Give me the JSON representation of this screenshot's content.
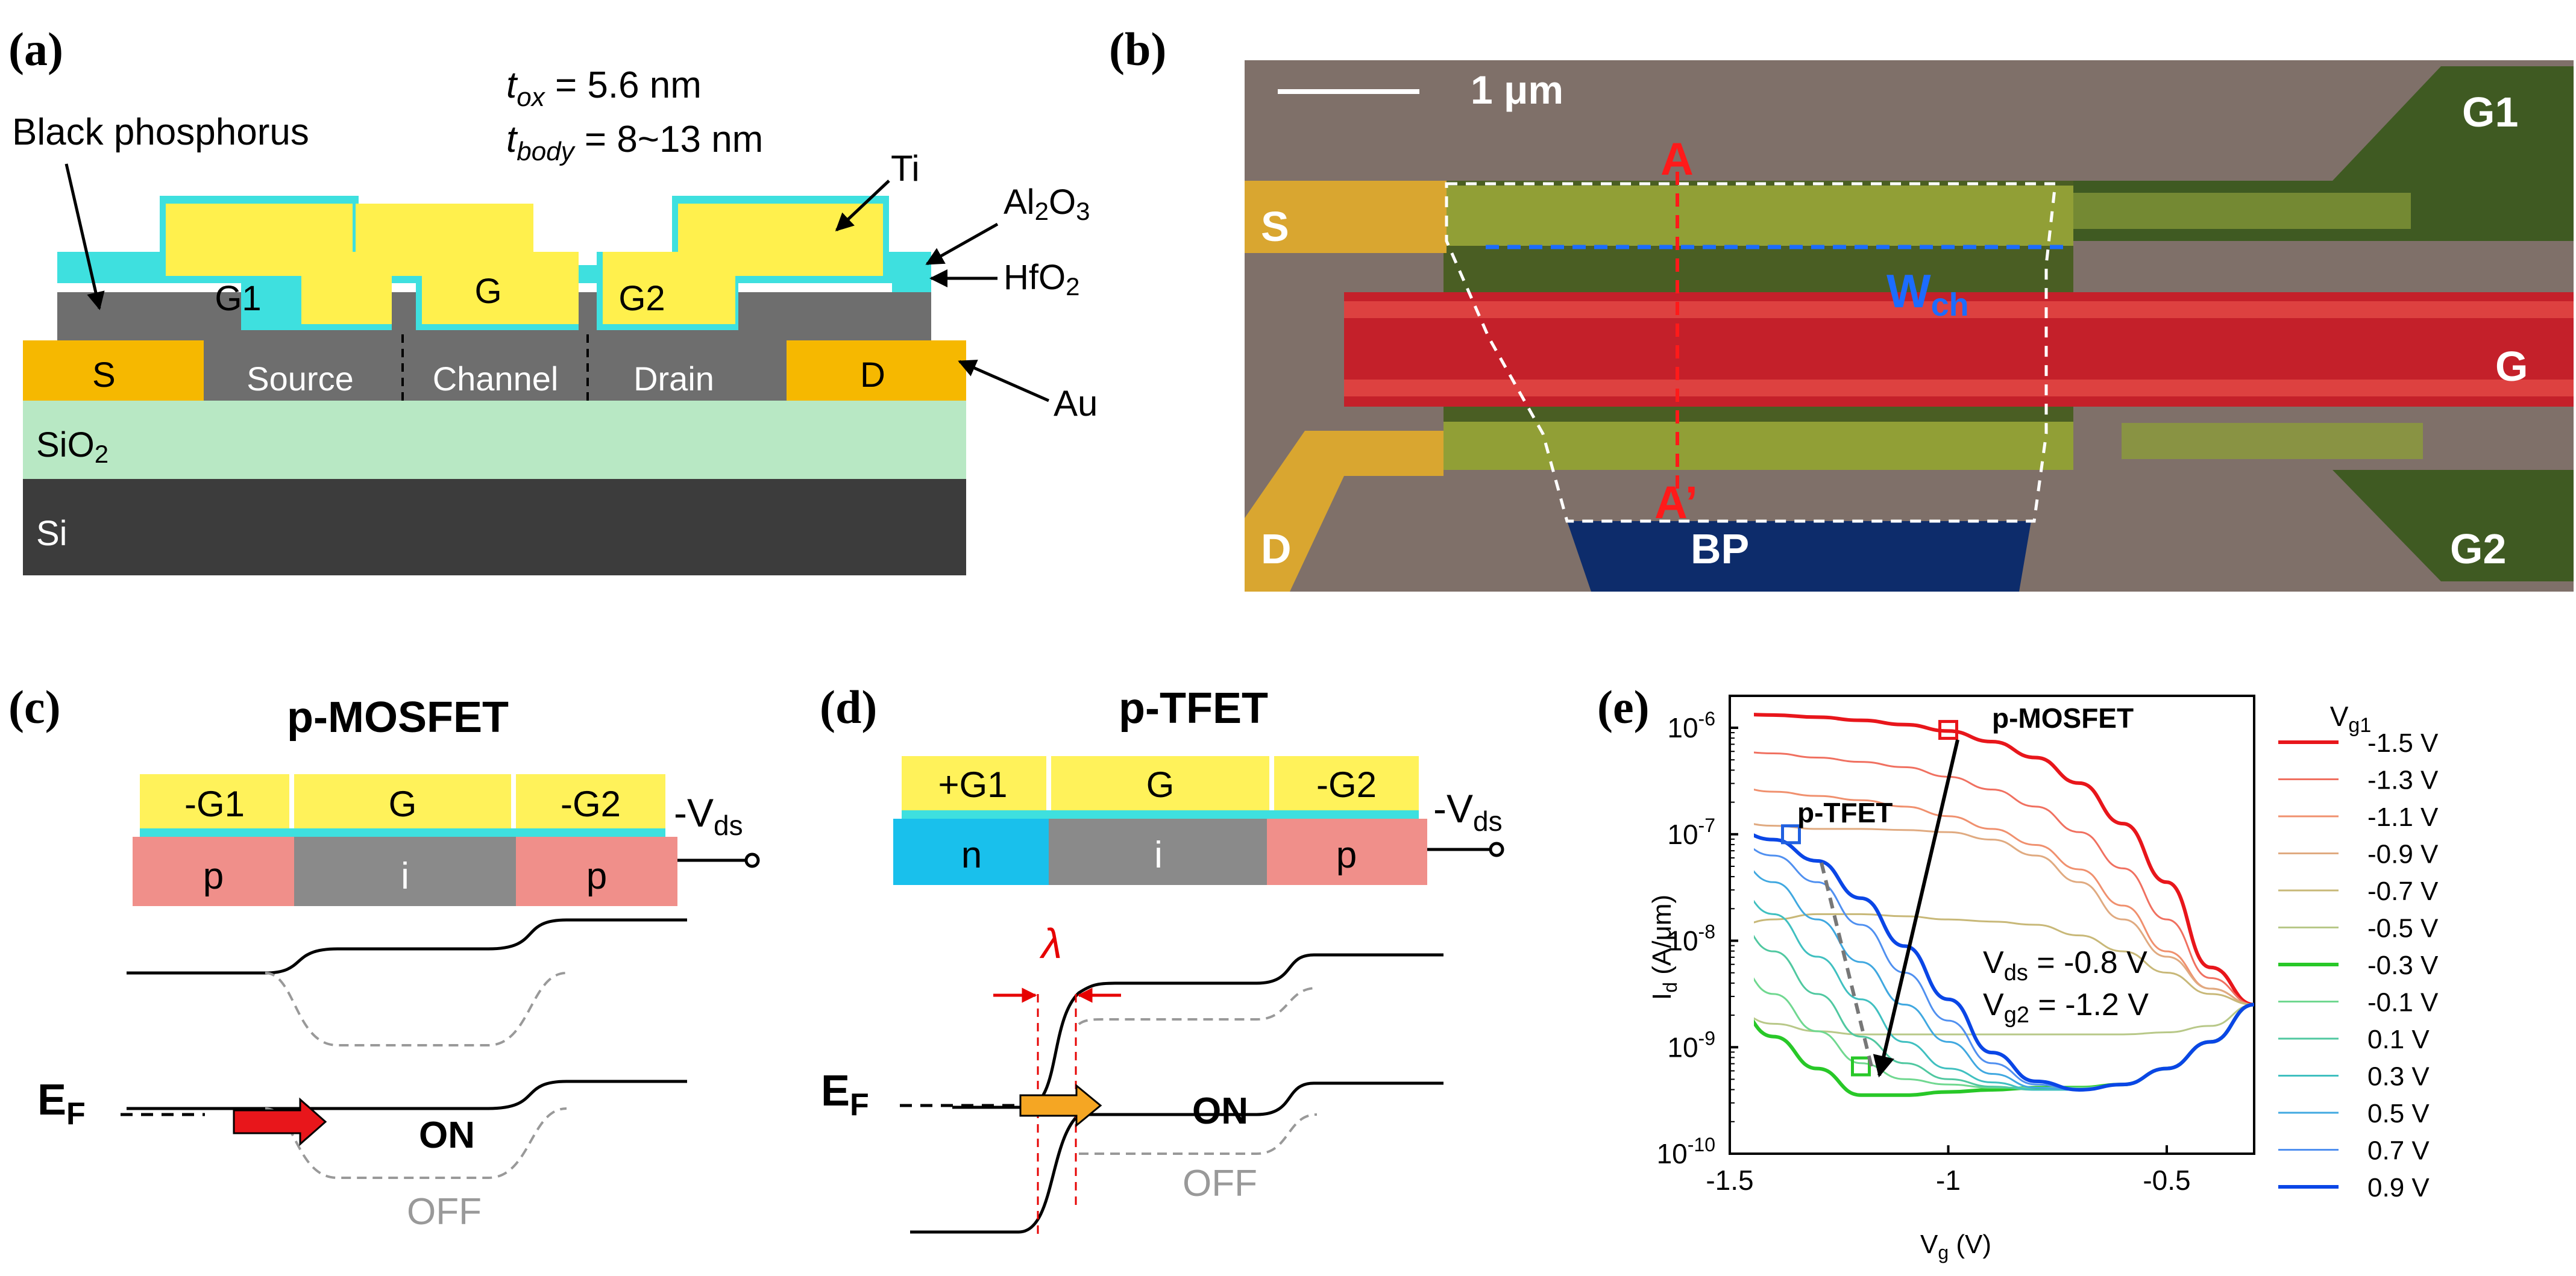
{
  "panels": {
    "a": {
      "label": "(a)",
      "tox": {
        "sym": "t",
        "sub": "ox",
        "value": " = 5.6 nm"
      },
      "tbody": {
        "sym": "t",
        "sub": "body",
        "value": " = 8~13 nm"
      },
      "bp_label": "Black phosphorus",
      "ti": "Ti",
      "al2o3": {
        "main": "Al",
        "s1": "2",
        "mid": "O",
        "s2": "3"
      },
      "hfo2": {
        "main": "HfO",
        "s1": "2"
      },
      "au": "Au",
      "s": "S",
      "d": "D",
      "g1": "G1",
      "g": "G",
      "g2": "G2",
      "source": "Source",
      "channel": "Channel",
      "drain": "Drain",
      "sio2": {
        "main": "SiO",
        "s1": "2"
      },
      "si": "Si"
    },
    "b": {
      "label": "(b)",
      "scale": "1 μm",
      "g1": "G1",
      "g": "G",
      "g2": "G2",
      "s": "S",
      "d": "D",
      "a": "A",
      "a_prime": "A’",
      "wch": {
        "main": "W",
        "sub": "ch"
      },
      "bp": "BP"
    },
    "c": {
      "label": "(c)",
      "title": "p-MOSFET",
      "g_left": "-G1",
      "g_mid": "G",
      "g_right": "-G2",
      "reg_left": "p",
      "reg_mid": "i",
      "reg_right": "p",
      "vds": "-V",
      "vds_sub": "ds",
      "ef": "E",
      "ef_sub": "F",
      "on": "ON",
      "off": "OFF"
    },
    "d": {
      "label": "(d)",
      "title": "p-TFET",
      "g_left": "+G1",
      "g_mid": "G",
      "g_right": "-G2",
      "reg_left": "n",
      "reg_mid": "i",
      "reg_right": "p",
      "vds": "-V",
      "vds_sub": "ds",
      "lambda": "λ",
      "ef": "E",
      "ef_sub": "F",
      "on": "ON",
      "off": "OFF"
    },
    "e": {
      "label": "(e)",
      "legend_title": {
        "main": "V",
        "sub": "g1"
      },
      "ylabel": {
        "main": "I",
        "sub": "d",
        "rest": "  (A/μm)"
      },
      "xlabel": {
        "main": "V",
        "sub": "g",
        "rest": " (V)"
      },
      "ann_mosfet": "p-MOSFET",
      "ann_tfet": "p-TFET",
      "cond1": {
        "main": "V",
        "sub": "ds",
        "rest": " = -0.8  V"
      },
      "cond2": {
        "main": "V",
        "sub": "g2",
        "rest": " = -1.2  V"
      }
    }
  },
  "colors": {
    "au": "#f6b800",
    "ti": "#fff04d",
    "oxide": "#3ee0df",
    "bp": "#6e6e6e",
    "sio2": "#b8e8c4",
    "si": "#3c3c3c",
    "p_region": "#f08f8a",
    "n_region": "#19c0ec",
    "i_region": "#8a8a8a",
    "gate": "#fff25a",
    "red": "#e60000",
    "blue": "#0040ff"
  },
  "chart_data": {
    "type": "line",
    "title": "",
    "xlabel": "Vg (V)",
    "ylabel": "Id (A/μm)",
    "xlim": [
      -1.5,
      -0.3
    ],
    "ylim_log10": [
      -10,
      -5.7
    ],
    "yscale": "log",
    "xticks": [
      "-1.5",
      "-1",
      "-0.5"
    ],
    "xtick_values": [
      -1.5,
      -1.0,
      -0.5
    ],
    "yticks": [
      {
        "base": "10",
        "exp": "-10",
        "value": -10
      },
      {
        "base": "10",
        "exp": "-9",
        "value": -9
      },
      {
        "base": "10",
        "exp": "-8",
        "value": -8
      },
      {
        "base": "10",
        "exp": "-7",
        "value": -7
      },
      {
        "base": "10",
        "exp": "-6",
        "value": -6
      }
    ],
    "legend_position": "right",
    "x": [
      -1.5,
      -1.4,
      -1.3,
      -1.2,
      -1.1,
      -1.0,
      -0.9,
      -0.8,
      -0.7,
      -0.6,
      -0.5,
      -0.4,
      -0.3
    ],
    "series": [
      {
        "name": "-1.5 V",
        "color": "#e8161b",
        "width": 6,
        "log10": [
          -5.87,
          -5.88,
          -5.9,
          -5.93,
          -5.97,
          -6.03,
          -6.13,
          -6.28,
          -6.52,
          -6.9,
          -7.45,
          -8.25,
          -8.6
        ]
      },
      {
        "name": "-1.3 V",
        "color": "#f07060",
        "width": 3,
        "log10": [
          -6.22,
          -6.24,
          -6.28,
          -6.32,
          -6.37,
          -6.46,
          -6.58,
          -6.74,
          -6.98,
          -7.32,
          -7.8,
          -8.35,
          -8.6
        ]
      },
      {
        "name": "-1.1 V",
        "color": "#f0906e",
        "width": 3,
        "log10": [
          -6.55,
          -6.6,
          -6.64,
          -6.68,
          -6.74,
          -6.83,
          -6.95,
          -7.1,
          -7.33,
          -7.67,
          -8.1,
          -8.45,
          -8.6
        ]
      },
      {
        "name": "-0.9 V",
        "color": "#e0aa80",
        "width": 3,
        "log10": [
          -6.88,
          -6.92,
          -6.95,
          -6.95,
          -6.96,
          -6.98,
          -7.05,
          -7.2,
          -7.45,
          -7.8,
          -8.15,
          -8.45,
          -8.6
        ]
      },
      {
        "name": "-0.7 V",
        "color": "#c8b878",
        "width": 3,
        "log10": [
          -7.87,
          -7.8,
          -7.75,
          -7.75,
          -7.77,
          -7.8,
          -7.82,
          -7.85,
          -7.95,
          -8.1,
          -8.3,
          -8.5,
          -8.6
        ]
      },
      {
        "name": "-0.5 V",
        "color": "#b8c888",
        "width": 3,
        "log10": [
          -8.65,
          -8.78,
          -8.85,
          -8.88,
          -8.88,
          -8.88,
          -8.88,
          -8.88,
          -8.88,
          -8.88,
          -8.86,
          -8.8,
          -8.6
        ]
      },
      {
        "name": "-0.3 V",
        "color": "#28c828",
        "width": 6,
        "log10": [
          -8.57,
          -8.9,
          -9.2,
          -9.45,
          -9.45,
          -9.42,
          -9.4,
          -9.38,
          -9.38,
          -9.35,
          -9.2,
          -8.95,
          -8.6
        ]
      },
      {
        "name": "-0.1 V",
        "color": "#70d890",
        "width": 3,
        "log10": [
          -8.15,
          -8.5,
          -8.85,
          -9.15,
          -9.3,
          -9.35,
          -9.38,
          -9.38,
          -9.38,
          -9.35,
          -9.2,
          -8.95,
          -8.6
        ]
      },
      {
        "name": "0.1 V",
        "color": "#50c8a0",
        "width": 3,
        "log10": [
          -7.75,
          -8.1,
          -8.5,
          -8.9,
          -9.15,
          -9.3,
          -9.37,
          -9.4,
          -9.4,
          -9.35,
          -9.2,
          -8.95,
          -8.6
        ]
      },
      {
        "name": "0.3 V",
        "color": "#40c0c0",
        "width": 3,
        "log10": [
          -7.45,
          -7.75,
          -8.15,
          -8.55,
          -8.95,
          -9.2,
          -9.33,
          -9.4,
          -9.4,
          -9.35,
          -9.2,
          -8.95,
          -8.6
        ]
      },
      {
        "name": "0.5 V",
        "color": "#40a8e0",
        "width": 3,
        "log10": [
          -7.2,
          -7.45,
          -7.8,
          -8.2,
          -8.6,
          -8.95,
          -9.25,
          -9.38,
          -9.4,
          -9.35,
          -9.2,
          -8.95,
          -8.6
        ]
      },
      {
        "name": "0.7 V",
        "color": "#5090f0",
        "width": 3,
        "log10": [
          -7.05,
          -7.2,
          -7.45,
          -7.85,
          -8.3,
          -8.75,
          -9.15,
          -9.35,
          -9.4,
          -9.35,
          -9.2,
          -8.95,
          -8.6
        ]
      },
      {
        "name": "0.9 V",
        "color": "#0a46e6",
        "width": 6,
        "log10": [
          -6.95,
          -7.05,
          -7.25,
          -7.6,
          -8.05,
          -8.55,
          -9.05,
          -9.32,
          -9.4,
          -9.35,
          -9.2,
          -8.95,
          -8.6
        ]
      }
    ],
    "markers": [
      {
        "x": -1.0,
        "log10": -6.02,
        "color": "#e8161b"
      },
      {
        "x": -1.36,
        "log10": -7.0,
        "color": "#2060e0"
      },
      {
        "x": -1.2,
        "log10": -9.18,
        "color": "#28c828"
      }
    ]
  }
}
